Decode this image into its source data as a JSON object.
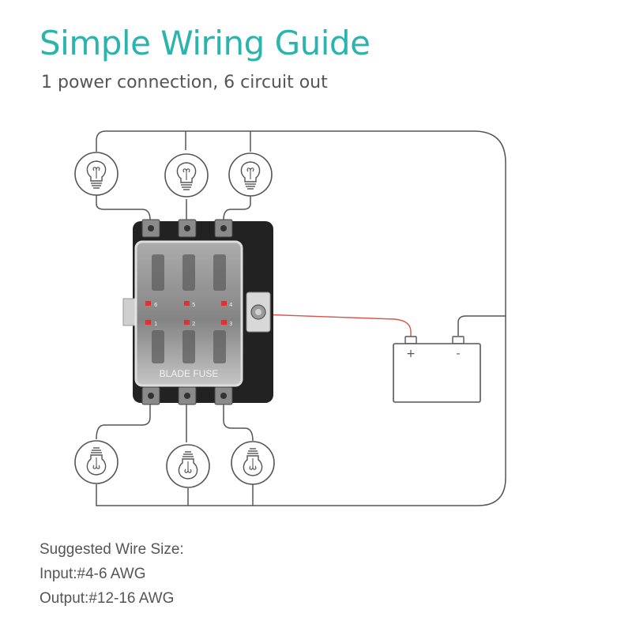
{
  "header": {
    "title": "Simple Wiring Guide",
    "subtitle": "1 power connection, 6 circuit out"
  },
  "fuse_box": {
    "label": "BLADE FUSE",
    "slot_numbers": [
      "6",
      "5",
      "4",
      "1",
      "2",
      "3"
    ]
  },
  "battery": {
    "positive": "+",
    "negative": "-"
  },
  "wire_size": {
    "heading": "Suggested Wire Size:",
    "input": "Input:#4-6 AWG",
    "output": "Output:#12-16 AWG"
  },
  "colors": {
    "accent": "#2bb3ad",
    "wire": "#555555",
    "positive_wire": "#d9534f",
    "fuse_led": "#e03030"
  },
  "icons": {
    "bulb": "light-bulb-icon",
    "battery": "battery-icon"
  }
}
